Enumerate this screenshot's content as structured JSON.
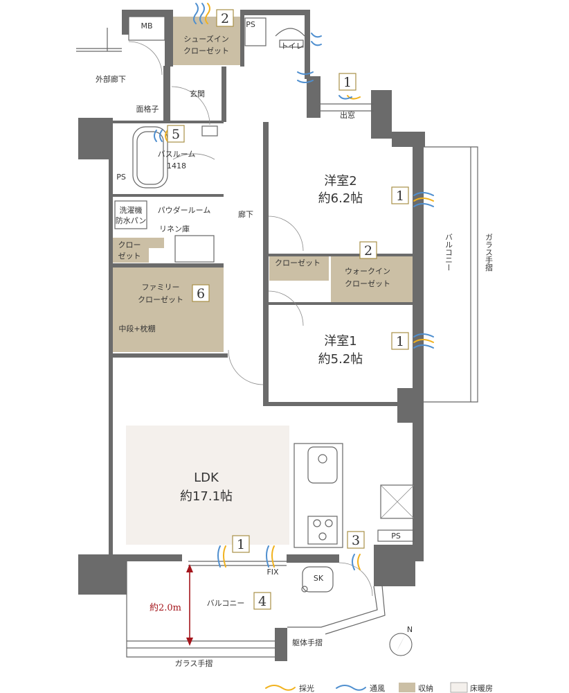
{
  "labels": {
    "mb": "MB",
    "ps_top": "PS",
    "shoes_in": "シューズイン",
    "closet": "クローゼット",
    "toilet": "トイレ",
    "outer_corridor": "外部廊下",
    "entrance": "玄関",
    "lattice": "面格子",
    "bay_window": "出窓",
    "bathroom": "バスルーム",
    "bath_size": "1418",
    "ps_bath": "PS",
    "washer_1": "洗濯機",
    "washer_2": "防水パン",
    "powder_room": "パウダールーム",
    "linen": "リネン庫",
    "hallway": "廊下",
    "closet_small_1": "クロー",
    "closet_small_2": "ゼット",
    "family_1": "ファミリー",
    "family_2": "クローゼット",
    "shelf": "中段+枕棚",
    "closet_bed": "クローゼット",
    "walkin_1": "ウォークイン",
    "walkin_2": "クローゼット",
    "western2": "洋室2",
    "western2_size": "約6.2帖",
    "western1": "洋室1",
    "western1_size": "約5.2帖",
    "balcony_side": "バルコニー",
    "glass_rail_side": "ガラス手摺",
    "ldk": "LDK",
    "ldk_size": "約17.1帖",
    "ps_kitchen": "PS",
    "fix": "FIX",
    "sk": "SK",
    "depth": "約2.0m",
    "balcony_bottom": "バルコニー",
    "body_rail": "躯体手摺",
    "glass_rail_bottom": "ガラス手摺",
    "compass": "N"
  },
  "badges": {
    "shoes": "2",
    "bay": "1",
    "bath": "5",
    "w2": "1",
    "walkin": "2",
    "w1": "1",
    "family": "6",
    "ldk": "1",
    "kitchen": "3",
    "balcony": "4"
  },
  "legend": {
    "sunlight": "採光",
    "ventilation": "通風",
    "storage": "収納",
    "floor_heating": "床暖房"
  },
  "colors": {
    "sunlight": "#f1b21e",
    "ventilation": "#4f8fcf",
    "storage": "#cbbfa5",
    "floor_heating": "#f4f0ec",
    "wall": "#6b6b6b",
    "badge_border": "#a89046",
    "dimension": "#a4151b"
  }
}
